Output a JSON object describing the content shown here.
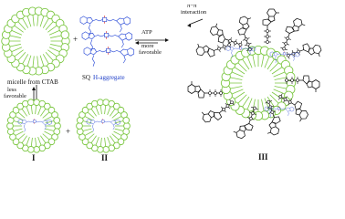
{
  "labels": {
    "micelle": "micelle from CTAB",
    "plus_top": "+",
    "sq_prefix": "SQ",
    "h_aggregate": "H-aggregate",
    "atp": "ATP",
    "more_favorable_line1": "more",
    "more_favorable_line2": "favorable",
    "pi_pi_line1": "π−π",
    "pi_pi_line2": "interaction",
    "less_favorable_line1": "less",
    "less_favorable_line2": "favorable",
    "plus_bottom": "+",
    "product_I": "I",
    "product_II": "II",
    "product_III": "III"
  },
  "colors": {
    "micelle_green": "#7cc742",
    "dye_blue": "#2a4bd7",
    "dye_red": "#d62020",
    "structure_black": "#111111"
  }
}
